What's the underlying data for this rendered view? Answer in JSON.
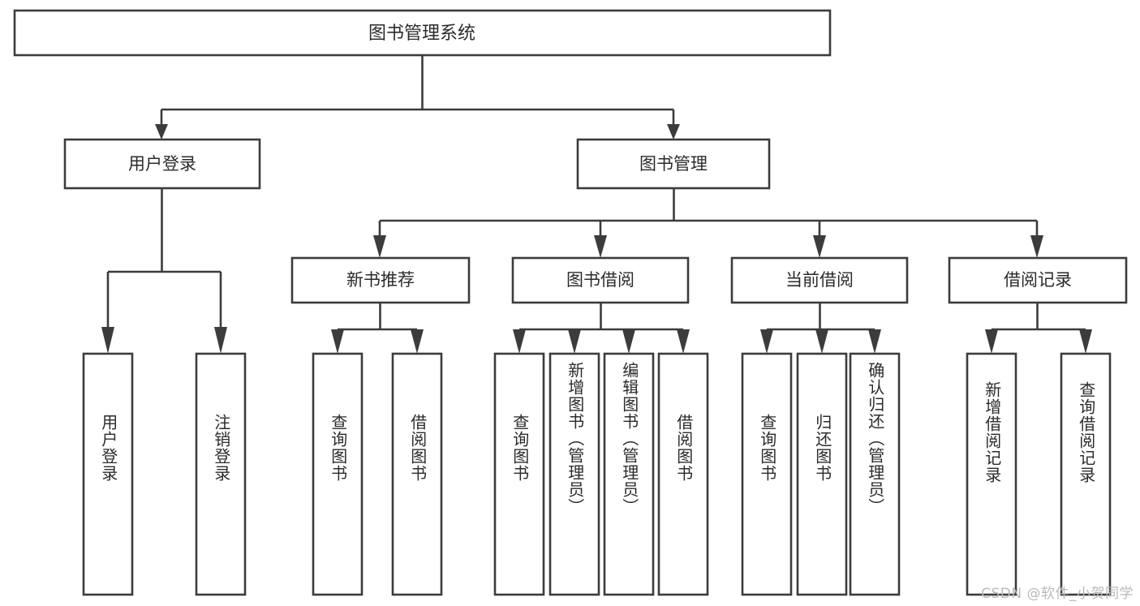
{
  "diagram": {
    "type": "tree-hierarchy-chart",
    "title": "图书管理系统",
    "orientation": "top-down",
    "colors": {
      "box_stroke": "#3c3c3c",
      "box_fill": "#ffffff",
      "connector": "#3c3c3c",
      "text": "#2b2b2b",
      "watermark": "#b9b9b9",
      "background": "#ffffff"
    },
    "root": {
      "label": "图书管理系统"
    },
    "level2": [
      {
        "id": "user-login",
        "label": "用户登录"
      },
      {
        "id": "book-manage",
        "label": "图书管理"
      }
    ],
    "level3": [
      {
        "id": "new-book-recommend",
        "label": "新书推荐",
        "parent": "book-manage"
      },
      {
        "id": "book-borrow",
        "label": "图书借阅",
        "parent": "book-manage"
      },
      {
        "id": "current-borrow",
        "label": "当前借阅",
        "parent": "book-manage"
      },
      {
        "id": "borrow-record",
        "label": "借阅记录",
        "parent": "book-manage"
      }
    ],
    "leaves": {
      "user_login": [
        {
          "id": "leaf-user-login",
          "label": "用户登录"
        },
        {
          "id": "leaf-logout",
          "label": "注销登录"
        }
      ],
      "new_book_recommend": [
        {
          "id": "leaf-query-book-1",
          "label": "查询图书"
        },
        {
          "id": "leaf-borrow-book-1",
          "label": "借阅图书"
        }
      ],
      "book_borrow": [
        {
          "id": "leaf-query-book-2",
          "label": "查询图书"
        },
        {
          "id": "leaf-add-book",
          "label": "新增图书（管理员）"
        },
        {
          "id": "leaf-edit-book",
          "label": "编辑图书（管理员）"
        },
        {
          "id": "leaf-borrow-book-2",
          "label": "借阅图书"
        }
      ],
      "current_borrow": [
        {
          "id": "leaf-query-book-3",
          "label": "查询图书"
        },
        {
          "id": "leaf-return-book",
          "label": "归还图书"
        },
        {
          "id": "leaf-confirm-return",
          "label": "确认归还（管理员）"
        }
      ],
      "borrow_record": [
        {
          "id": "leaf-add-record",
          "label": "新增借阅记录"
        },
        {
          "id": "leaf-query-record",
          "label": "查询借阅记录"
        }
      ]
    },
    "watermark": "CSDN @软件_小贺同学"
  }
}
